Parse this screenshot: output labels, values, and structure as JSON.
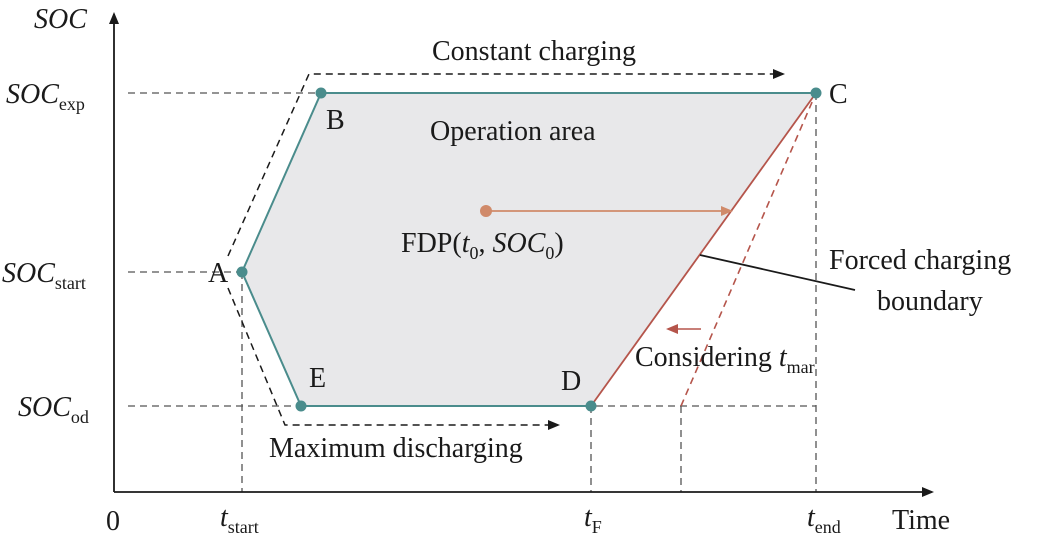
{
  "axes": {
    "y_label": "SOC",
    "x_label": "Time",
    "origin": "0"
  },
  "y_ticks": {
    "exp": {
      "main": "SOC",
      "sub": "exp"
    },
    "start": {
      "main": "SOC",
      "sub": "start"
    },
    "od": {
      "main": "SOC",
      "sub": "od"
    }
  },
  "x_ticks": {
    "start": {
      "main": "t",
      "sub": "start"
    },
    "F": {
      "main": "t",
      "sub": "F"
    },
    "end": {
      "main": "t",
      "sub": "end"
    }
  },
  "points": {
    "A": "A",
    "B": "B",
    "C": "C",
    "D": "D",
    "E": "E"
  },
  "region_label": "Operation area",
  "fdp": {
    "prefix": "FDP(",
    "t": "t",
    "t_sub": "0",
    "sep": ", ",
    "soc": "SOC",
    "soc_sub": "0",
    "suffix": ")"
  },
  "annotations": {
    "constant_charging": "Constant charging",
    "max_discharging": "Maximum discharging",
    "forced_line1": "Forced charging",
    "forced_line2": "boundary",
    "considering": "Considering ",
    "considering_t": "t",
    "considering_sub": "mar"
  },
  "colors": {
    "boundary": "#4a8c8c",
    "fill": "#e8e8ea",
    "forced": "#b5554b",
    "fdp": "#d08a6a",
    "axis": "#1a1a1a",
    "dashed": "#555555"
  }
}
